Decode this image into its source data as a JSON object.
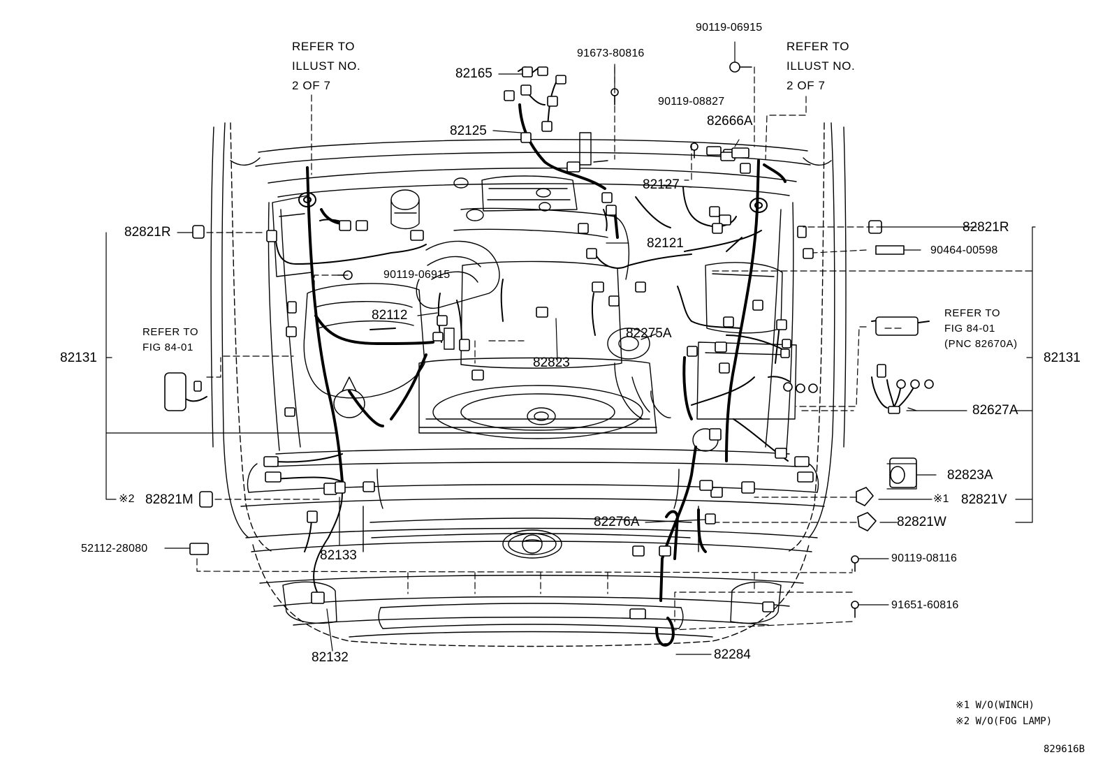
{
  "parts": {
    "p90119_06915_top": "90119-06915",
    "p91673_80816": "91673-80816",
    "p82165": "82165",
    "p82125": "82125",
    "p90119_08827": "90119-08827",
    "p82666A": "82666A",
    "p82127": "82127",
    "p82821R_left": "82821R",
    "p82821R_right": "82821R",
    "p82121": "82121",
    "p90464_00598": "90464-00598",
    "p90119_06915_mid": "90119-06915",
    "p82112": "82112",
    "p82275A": "82275A",
    "p82823": "82823",
    "p82131_left": "82131",
    "p82131_right": "82131",
    "p82627A": "82627A",
    "p82823A": "82823A",
    "p82821M": "82821M",
    "p82821V": "82821V",
    "p82276A": "82276A",
    "p82821W": "82821W",
    "p52112_28080": "52112-28080",
    "p82133": "82133",
    "p90119_08116": "90119-08116",
    "p91651_60816": "91651-60816",
    "p82132": "82132",
    "p82284": "82284"
  },
  "refer_notes": {
    "left_illust": [
      "REFER TO",
      "ILLUST NO.",
      "2 OF 7"
    ],
    "right_illust": [
      "REFER TO",
      "ILLUST NO.",
      "2 OF 7"
    ],
    "left_fig": [
      "REFER TO",
      "FIG 84-01"
    ],
    "right_fig": [
      "REFER TO",
      "FIG 84-01",
      "(PNC 82670A)"
    ]
  },
  "markers": {
    "m1": "※1",
    "m2": "※2"
  },
  "footnotes": {
    "note1": "※1 W/O(WINCH)",
    "note2": "※2 W/O(FOG LAMP)"
  },
  "illustration_number": "829616B",
  "colors": {
    "ink": "#000000",
    "paper": "#ffffff"
  }
}
